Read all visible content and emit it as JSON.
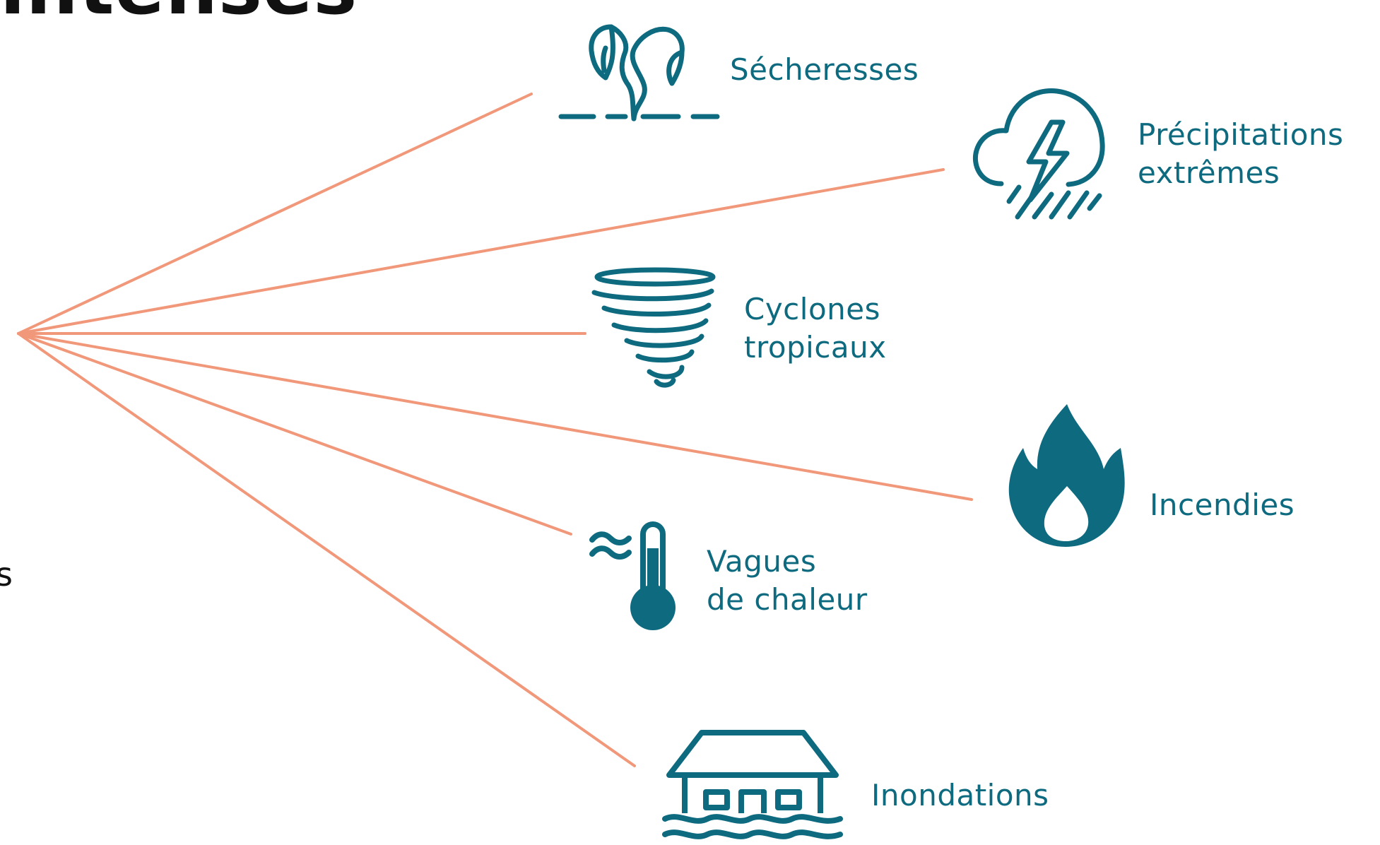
{
  "colors": {
    "connector": "#f2987a",
    "icon": "#0e6a7f",
    "text": "#0e6a7f",
    "heading": "#111111"
  },
  "heading_fragment": "intenses",
  "side_fragment": "s",
  "items": [
    {
      "icon": "drought-plant-icon",
      "label_lines": [
        "Sécheresses"
      ]
    },
    {
      "icon": "storm-cloud-icon",
      "label_lines": [
        "Précipitations",
        "extrêmes"
      ]
    },
    {
      "icon": "tornado-icon",
      "label_lines": [
        "Cyclones",
        "tropicaux"
      ]
    },
    {
      "icon": "flame-icon",
      "label_lines": [
        "Incendies"
      ]
    },
    {
      "icon": "thermometer-icon",
      "label_lines": [
        "Vagues",
        "de chaleur"
      ]
    },
    {
      "icon": "flooded-house-icon",
      "label_lines": [
        "Inondations"
      ]
    }
  ]
}
